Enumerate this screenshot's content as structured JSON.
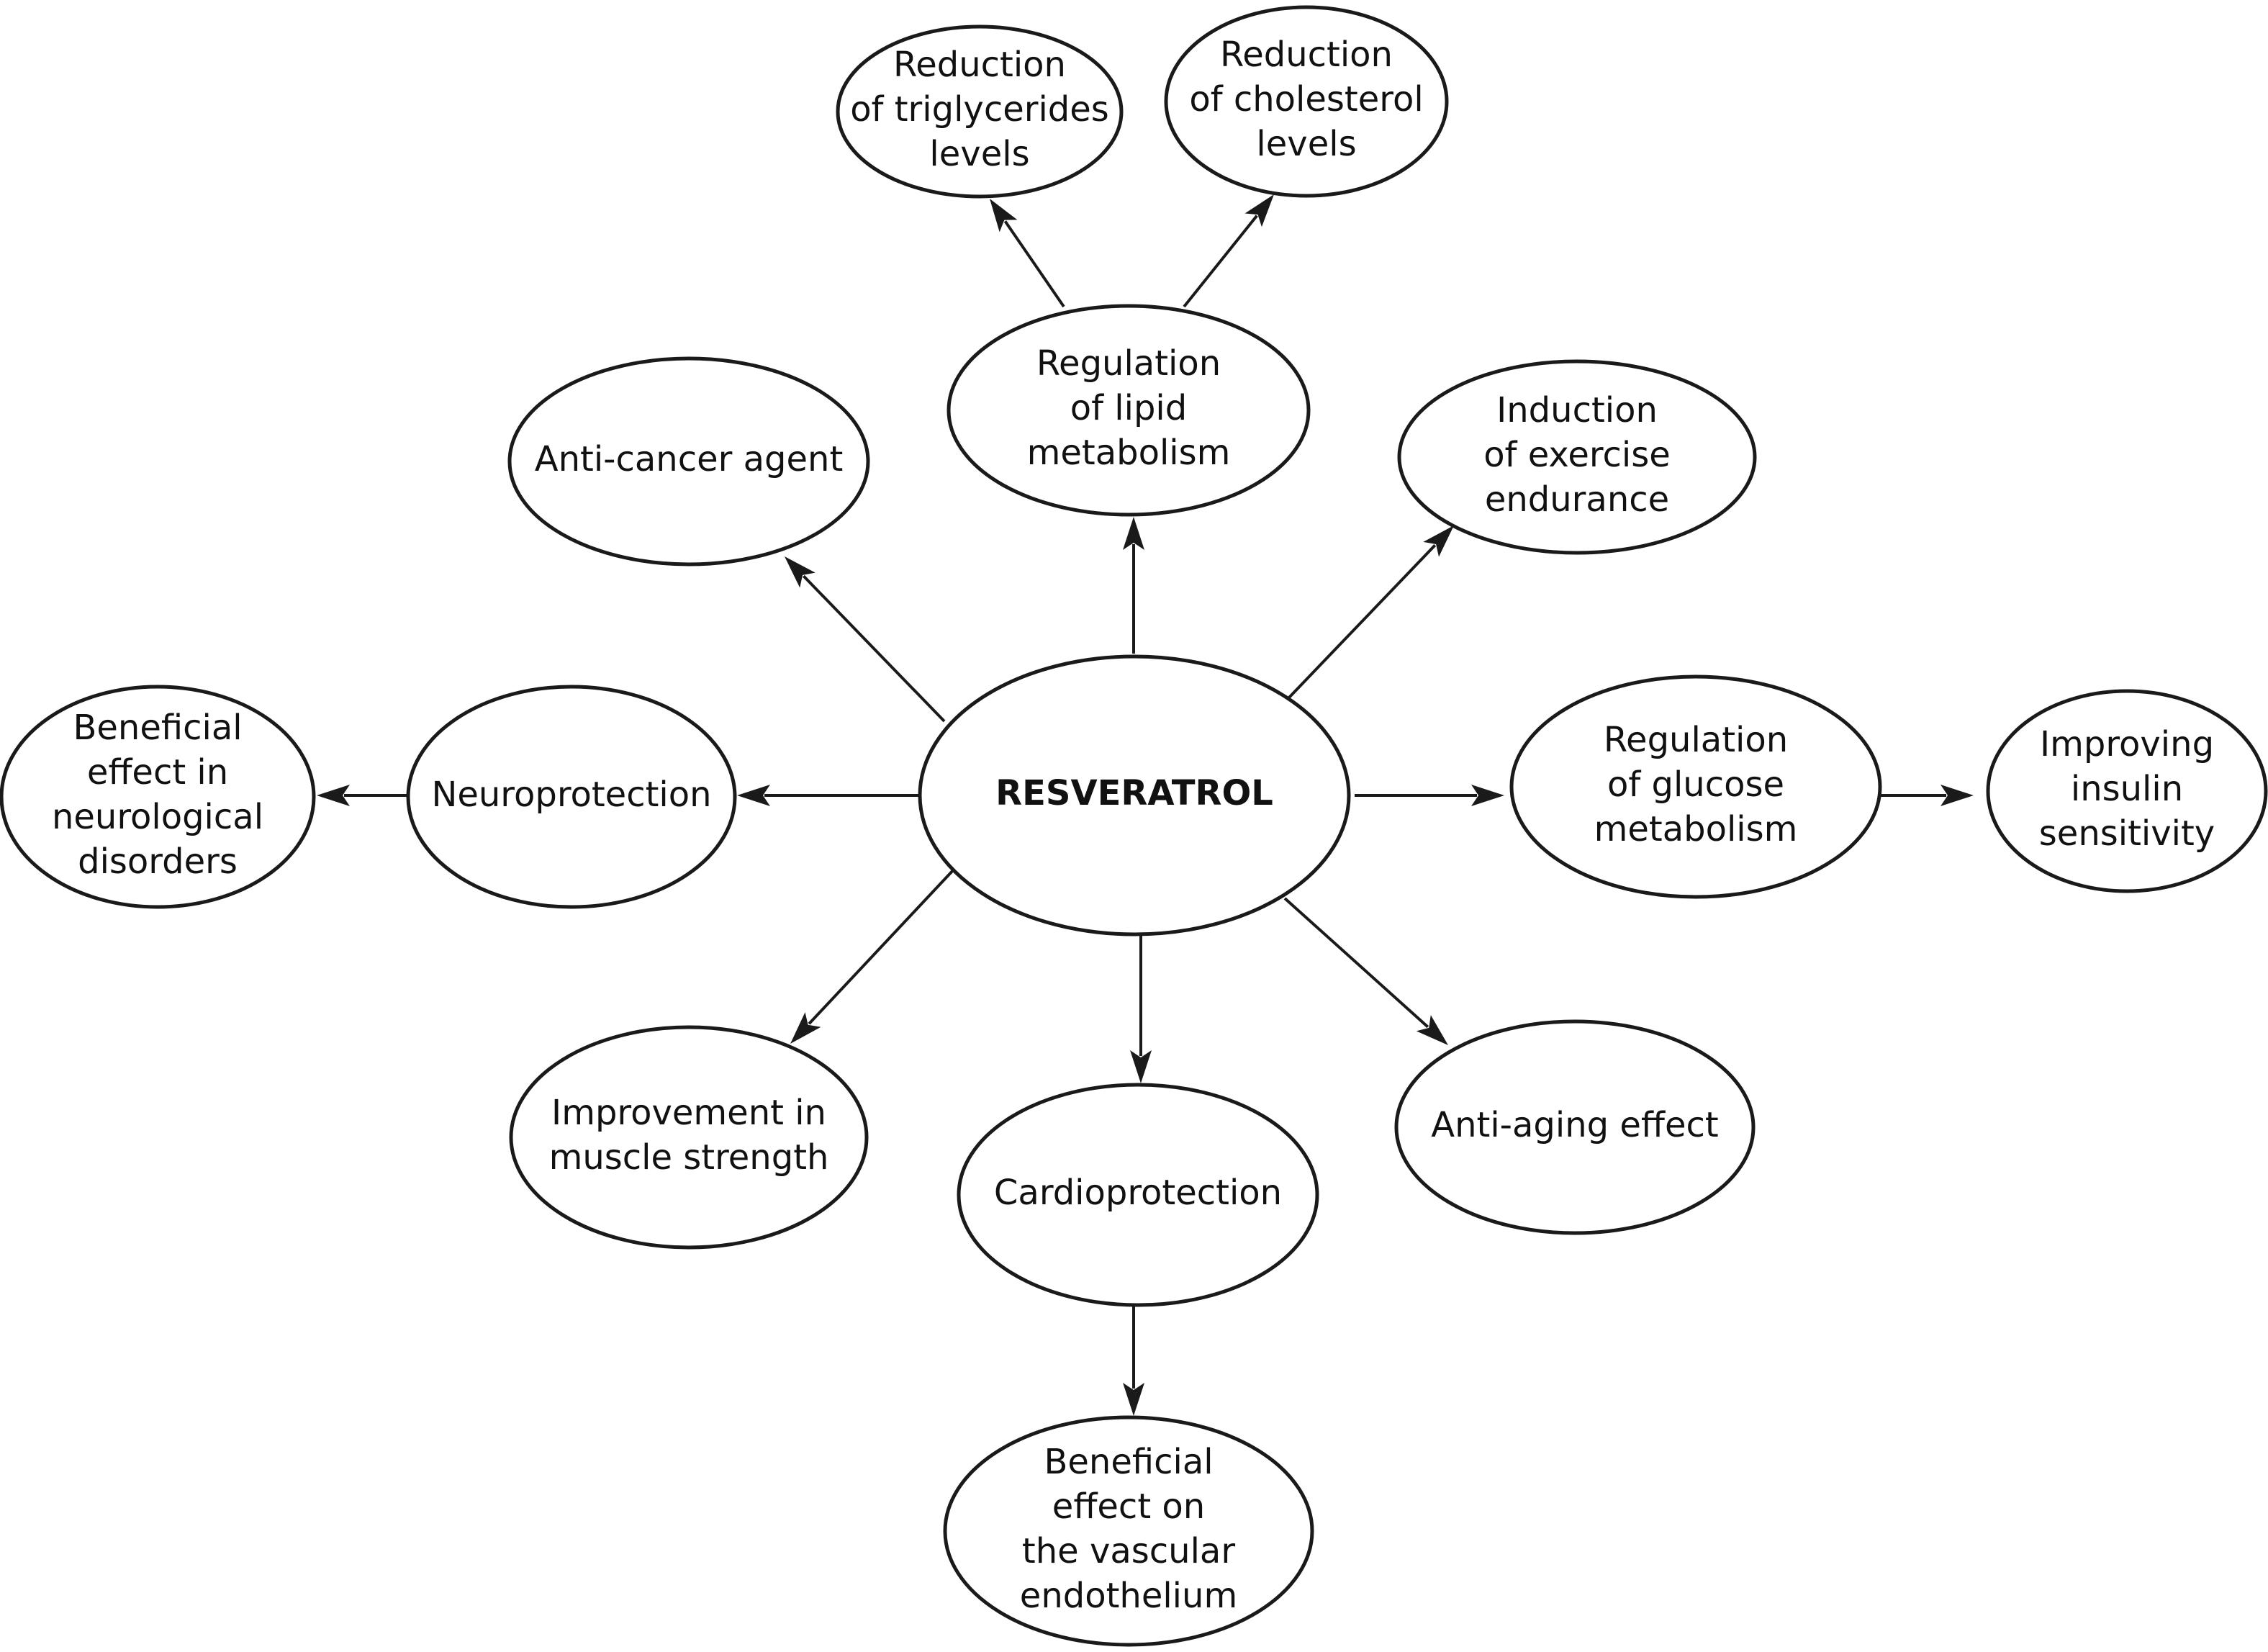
{
  "diagram": {
    "type": "mind-map",
    "colors": {
      "stroke": "#1a1a1a",
      "text": "#111111",
      "background": "#ffffff"
    },
    "nodes": [
      {
        "id": "resveratrol",
        "lines": [
          "RESVERATROL"
        ],
        "bold": true
      },
      {
        "id": "triglycerides",
        "lines": [
          "Reduction",
          "of triglycerides",
          "levels"
        ]
      },
      {
        "id": "cholesterol",
        "lines": [
          "Reduction",
          "of cholesterol",
          "levels"
        ]
      },
      {
        "id": "lipid",
        "lines": [
          "Regulation",
          "of lipid",
          "metabolism"
        ]
      },
      {
        "id": "anticancer",
        "lines": [
          "Anti-cancer agent"
        ]
      },
      {
        "id": "exercise",
        "lines": [
          "Induction",
          "of exercise",
          "endurance"
        ]
      },
      {
        "id": "neurological",
        "lines": [
          "Beneficial",
          "effect in",
          "neurological",
          "disorders"
        ]
      },
      {
        "id": "neuroprotection",
        "lines": [
          "Neuroprotection"
        ]
      },
      {
        "id": "glucose",
        "lines": [
          "Regulation",
          "of glucose",
          "metabolism"
        ]
      },
      {
        "id": "insulin",
        "lines": [
          "Improving",
          "insulin",
          "sensitivity"
        ]
      },
      {
        "id": "muscle",
        "lines": [
          "Improvement in",
          "muscle strength"
        ]
      },
      {
        "id": "cardio",
        "lines": [
          "Cardioprotection"
        ]
      },
      {
        "id": "antiaging",
        "lines": [
          "Anti-aging effect"
        ]
      },
      {
        "id": "vascular",
        "lines": [
          "Beneficial",
          "effect on",
          "the vascular",
          "endothelium"
        ]
      }
    ],
    "edges": [
      {
        "from": "resveratrol",
        "to": "lipid"
      },
      {
        "from": "lipid",
        "to": "triglycerides"
      },
      {
        "from": "lipid",
        "to": "cholesterol"
      },
      {
        "from": "resveratrol",
        "to": "anticancer"
      },
      {
        "from": "resveratrol",
        "to": "exercise"
      },
      {
        "from": "resveratrol",
        "to": "neuroprotection"
      },
      {
        "from": "neuroprotection",
        "to": "neurological"
      },
      {
        "from": "resveratrol",
        "to": "glucose"
      },
      {
        "from": "glucose",
        "to": "insulin"
      },
      {
        "from": "resveratrol",
        "to": "muscle"
      },
      {
        "from": "resveratrol",
        "to": "cardio"
      },
      {
        "from": "cardio",
        "to": "vascular"
      },
      {
        "from": "resveratrol",
        "to": "antiaging"
      }
    ]
  }
}
